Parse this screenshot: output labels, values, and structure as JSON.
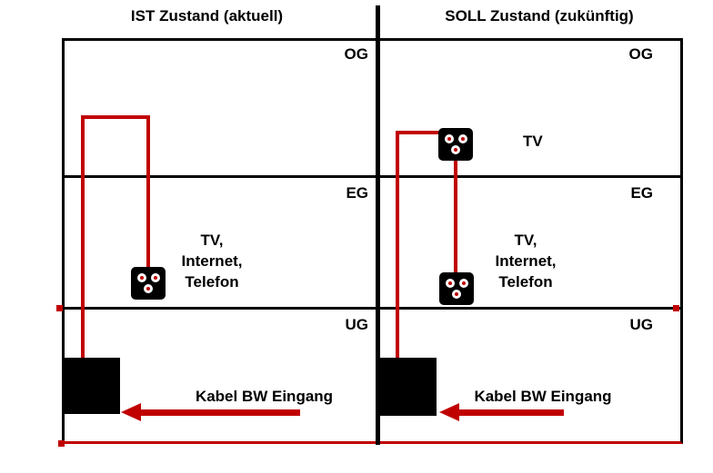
{
  "colors": {
    "cable_red": "#c00000",
    "wall_black": "#000000",
    "background": "#ffffff"
  },
  "panels": {
    "left": {
      "title": "IST Zustand (aktuell)",
      "floors": {
        "og": "OG",
        "eg": "EG",
        "ug": "UG"
      },
      "socket_label": "TV,\nInternet,\nTelefon",
      "entry_label": "Kabel BW Eingang"
    },
    "right": {
      "title": "SOLL Zustand (zukünftig)",
      "floors": {
        "og": "OG",
        "eg": "EG",
        "ug": "UG"
      },
      "og_socket_label": "TV",
      "eg_socket_label": "TV,\nInternet,\nTelefon",
      "entry_label": "Kabel BW Eingang"
    }
  }
}
